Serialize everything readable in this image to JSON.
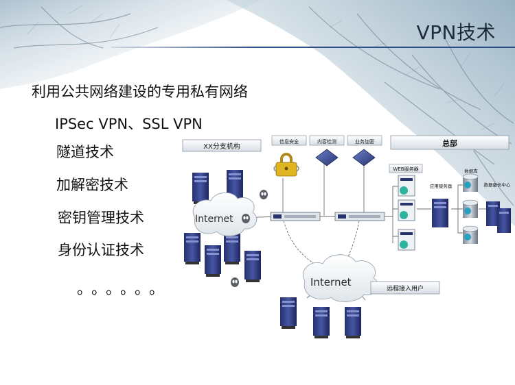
{
  "slide": {
    "title": "VPN技术",
    "bullets": [
      "利用公共网络建设的专用私有网络",
      "IPSec VPN、SSL VPN",
      "隧道技术",
      "加解密技术",
      "密钥管理技术",
      "身份认证技术"
    ],
    "ellipsis": "。。。。。。"
  },
  "diagram": {
    "branch_label": "XX分支机构",
    "hq_label": "总部",
    "security_labels": [
      "信息安全",
      "内容检测",
      "业务加密"
    ],
    "web_server_label": "WEB服务器",
    "app_server_label": "应用服务器",
    "database_label": "数据库",
    "backup_label": "数据备份中心",
    "internet_left": "Internet",
    "internet_center": "Internet",
    "remote_users_label": "远程接入用户"
  }
}
